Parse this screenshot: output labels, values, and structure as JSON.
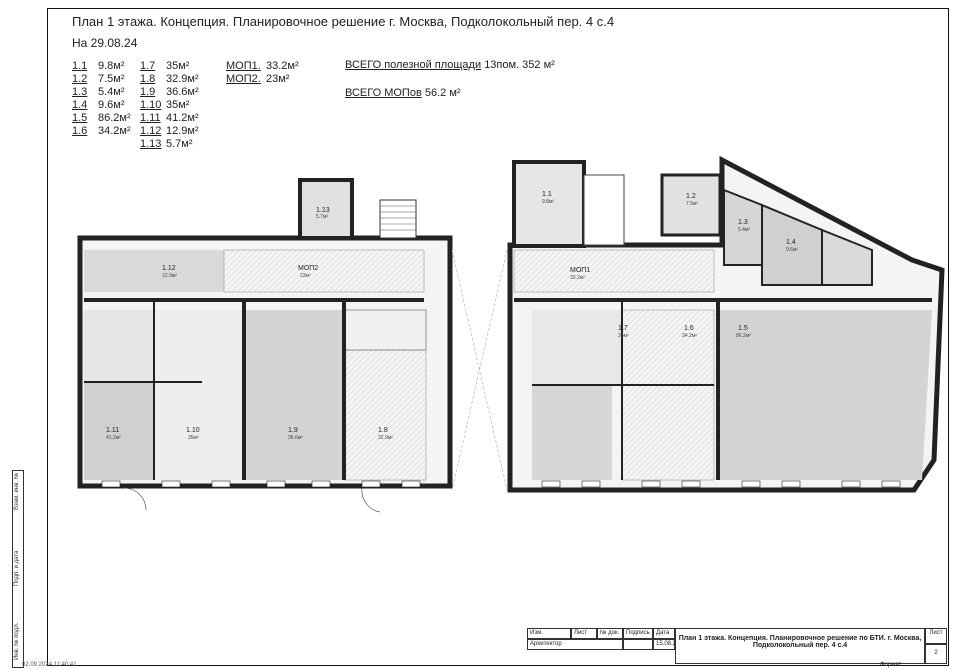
{
  "header": {
    "title": "План 1 этажа. Концепция. Планировочное решение г. Москва, Подколокольный пер. 4 с.4",
    "date": "На 29.08.24"
  },
  "legend": [
    {
      "id": "1.1",
      "area": "9.8м²"
    },
    {
      "id": "1.2",
      "area": "7.5м²"
    },
    {
      "id": "1.3",
      "area": "5.4м²"
    },
    {
      "id": "1.4",
      "area": "9.6м²"
    },
    {
      "id": "1.5",
      "area": "86.2м²"
    },
    {
      "id": "1.6",
      "area": "34.2м²"
    },
    {
      "id": "1.7",
      "area": "35м²"
    },
    {
      "id": "1.8",
      "area": "32.9м²"
    },
    {
      "id": "1.9",
      "area": "36.6м²"
    },
    {
      "id": "1.10",
      "area": "35м²"
    },
    {
      "id": "1.11",
      "area": "41.2м²"
    },
    {
      "id": "1.12",
      "area": "12.9м²"
    },
    {
      "id": "1.13",
      "area": "5.7м²"
    }
  ],
  "mop": [
    {
      "id": "МОП1.",
      "area": "33.2м²"
    },
    {
      "id": "МОП2.",
      "area": "23м²"
    }
  ],
  "totals": {
    "useful_label": "ВСЕГО полезной площади",
    "useful_value": "13пом. 352 м²",
    "mop_label": "ВСЕГО МОПов",
    "mop_value": "56.2 м²"
  },
  "rooms": [
    {
      "name": "1.12",
      "area": "12.9м²"
    },
    {
      "name": "МОП2",
      "area": "23м²"
    },
    {
      "name": "1.13",
      "area": "5.7м²"
    },
    {
      "name": "1.11",
      "area": "41.2м²"
    },
    {
      "name": "1.10",
      "area": "35м²"
    },
    {
      "name": "1.9",
      "area": "36.6м²"
    },
    {
      "name": "1.8",
      "area": "32.9м²"
    },
    {
      "name": "1.1",
      "area": "9.8м²"
    },
    {
      "name": "1.2",
      "area": "7.5м²"
    },
    {
      "name": "1.3",
      "area": "5.4м²"
    },
    {
      "name": "1.4",
      "area": "9.6м²"
    },
    {
      "name": "МОП1",
      "area": "33.2м²"
    },
    {
      "name": "1.7",
      "area": "35м²"
    },
    {
      "name": "1.6",
      "area": "34.2м²"
    },
    {
      "name": "1.5",
      "area": "86.2м²"
    }
  ],
  "side_labels": [
    "Взам. инв. №",
    "Подп. и дата",
    "Инв. № подл."
  ],
  "title_block": {
    "col_izm": "Изм.",
    "col_list": "Лист",
    "col_ndoc": "№ док.",
    "col_podp": "Подпись",
    "col_date": "Дата",
    "role": "Архитектор",
    "role_date": "15.08.24",
    "caption": "План 1 этажа. Концепция. Планировочное решение по БТИ. г. Москва, Подколокольный пер. 4 с.4",
    "sheet_label": "Лист",
    "sheet_no": "2"
  },
  "footer": {
    "stamp": "02.09.2024 11:40:41",
    "format": "Формат"
  }
}
